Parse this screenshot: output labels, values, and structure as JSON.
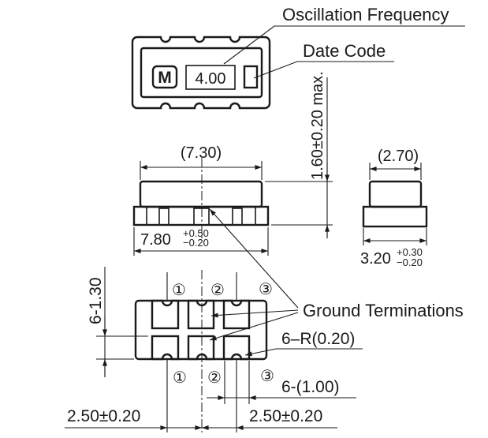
{
  "callouts": {
    "oscillation_frequency": "Oscillation Frequency",
    "date_code": "Date Code",
    "ground_terminations": "Ground Terminations",
    "corner_radius": "6–R(0.20)"
  },
  "top_view": {
    "logo": "M",
    "frequency_marking": "4.00"
  },
  "dimensions": {
    "height": "1.60±0.20 max.",
    "length_reference": "(7.30)",
    "width_reference": "(2.70)",
    "length": {
      "value": "7.80",
      "upper_tol": "+0.50",
      "lower_tol": "−0.20"
    },
    "width": {
      "value": "3.20",
      "upper_tol": "+0.30",
      "lower_tol": "−0.20"
    },
    "pad_height": "6-1.30",
    "pad_width": "6-(1.00)",
    "pitch_left": "2.50±0.20",
    "pitch_right": "2.50±0.20"
  },
  "pin_numbers": {
    "top": [
      "①",
      "②",
      "③"
    ],
    "bottom": [
      "①",
      "②",
      "③"
    ]
  },
  "colors": {
    "line": "#1a1a1a",
    "background": "#ffffff"
  }
}
